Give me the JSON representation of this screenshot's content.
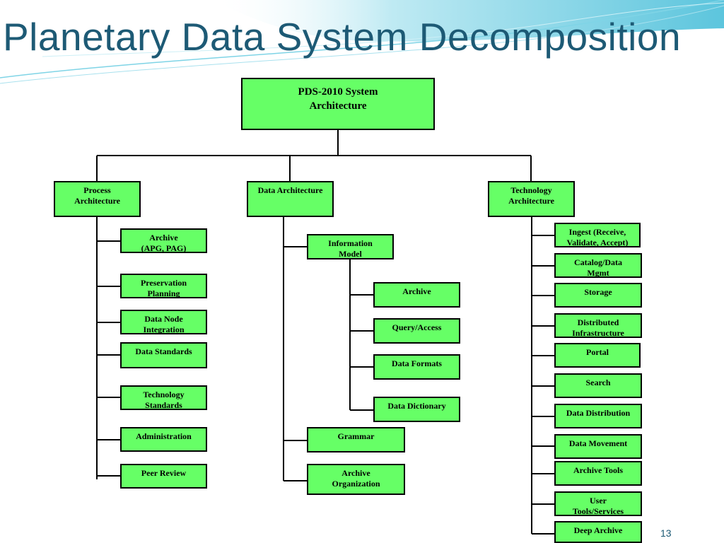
{
  "slide": {
    "title": "Planetary Data System Decomposition",
    "page_number": "13",
    "colors": {
      "box_fill": "#66ff66",
      "title": "#1d5a75",
      "wave": "#7fd4e6"
    }
  },
  "diagram": {
    "root": "PDS-2010 System\nArchitecture",
    "process": {
      "label": "Process\nArchitecture",
      "children": [
        "Archive\n(APG, PAG)",
        "Preservation\nPlanning",
        "Data Node\nIntegration",
        "Data Standards",
        "Technology\nStandards",
        "Administration",
        "Peer Review"
      ]
    },
    "data": {
      "label": "Data Architecture",
      "information_model": {
        "label": "Information\nModel",
        "children": [
          "Archive",
          "Query/Access",
          "Data Formats",
          "Data Dictionary"
        ]
      },
      "grammar": "Grammar",
      "archive_organization": "Archive\nOrganization"
    },
    "technology": {
      "label": "Technology\nArchitecture",
      "children": [
        "Ingest (Receive,\nValidate, Accept)",
        "Catalog/Data\nMgmt",
        "Storage",
        "Distributed\nInfrastructure",
        "Portal",
        "Search",
        "Data Distribution",
        "Data Movement",
        "Archive Tools",
        "User\nTools/Services",
        "Deep Archive"
      ]
    }
  }
}
